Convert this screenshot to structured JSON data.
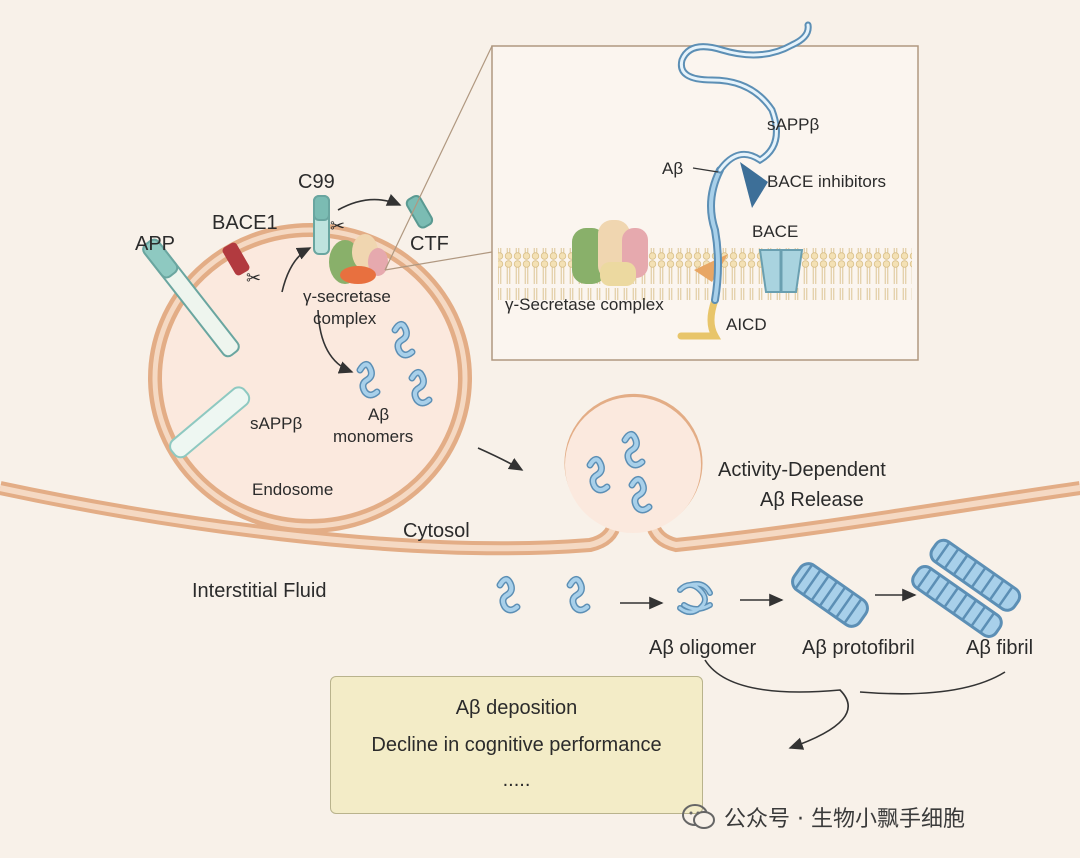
{
  "labels": {
    "app": "APP",
    "bace1": "BACE1",
    "c99": "C99",
    "ctf": "CTF",
    "gamma_secretase_line1": "γ-secretase",
    "gamma_secretase_line2": "complex",
    "ab_monomers_line1": "Aβ",
    "ab_monomers_line2": "monomers",
    "sappb_left": "sAPPβ",
    "endosome": "Endosome",
    "cytosol": "Cytosol",
    "interstitial_fluid": "Interstitial Fluid",
    "release_line1": "Activity-Dependent",
    "release_line2": "Aβ Release",
    "ab_oligomer": "Aβ oligomer",
    "ab_protofibril": "Aβ protofibril",
    "ab_fibril": "Aβ fibril"
  },
  "inset": {
    "sappb": "sAPPβ",
    "ab": "Aβ",
    "bace_inhibitors": "BACE inhibitors",
    "bace": "BACE",
    "gamma_complex": "γ-Secretase complex",
    "aicd": "AICD"
  },
  "outcomes": {
    "line1": "Aβ deposition",
    "line2": "Decline in cognitive performance",
    "line3": "....."
  },
  "watermark": {
    "text": "公众号 · 生物小飘手细胞"
  },
  "colors": {
    "membrane": "#e8b48f",
    "background": "#f8f1e9",
    "amyloid": "#7fb3d3"
  }
}
